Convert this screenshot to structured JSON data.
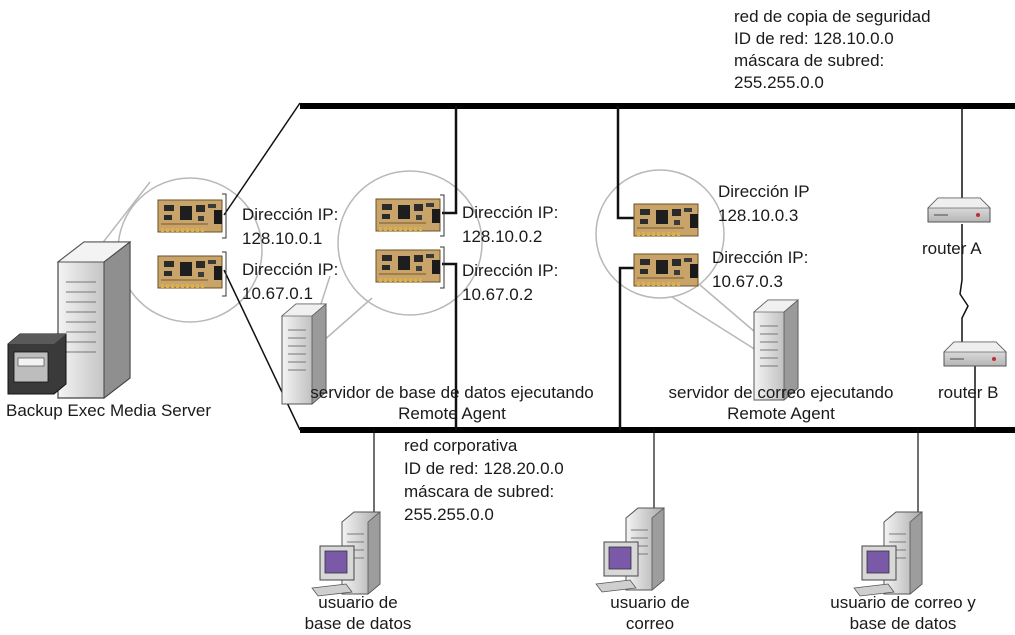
{
  "backup_network": {
    "name": "red de copia de seguridad",
    "network_id": "ID de red:  128.10.0.0",
    "subnet_label": "máscara de subred:",
    "subnet_value": "255.255.0.0"
  },
  "corporate_network": {
    "name": "red corporativa",
    "network_id": "ID de red: 128.20.0.0",
    "subnet_label": "máscara de subred:",
    "subnet_value": "255.255.0.0"
  },
  "media_server": {
    "name": "Backup Exec Media Server",
    "nic1": {
      "label": "Dirección IP:",
      "ip": "128.10.0.1"
    },
    "nic2": {
      "label": "Dirección IP:",
      "ip": "10.67.0.1"
    }
  },
  "db_server": {
    "line1": "servidor de base de datos ejecutando",
    "line2": "Remote Agent",
    "nic1": {
      "label": "Dirección IP:",
      "ip": "128.10.0.2"
    },
    "nic2": {
      "label": "Dirección IP:",
      "ip": "10.67.0.2"
    }
  },
  "mail_server": {
    "line1": "servidor de correo ejecutando",
    "line2": "Remote Agent",
    "nic1": {
      "label": "Dirección IP",
      "ip": "128.10.0.3"
    },
    "nic2": {
      "label": "Dirección IP:",
      "ip": "10.67.0.3"
    }
  },
  "routers": {
    "a": "router A",
    "b": "router B"
  },
  "clients": [
    {
      "line1": "usuario de",
      "line2": "base de datos"
    },
    {
      "line1": "usuario de",
      "line2": "correo"
    },
    {
      "line1": "usuario de correo y",
      "line2": "base de datos"
    }
  ],
  "colors": {
    "bus": "#000000",
    "link": "#111111",
    "circle": "#b8b8b8",
    "board": "#c9a46a",
    "tower": "#e4e4e4",
    "screen": "#7a5aa8"
  }
}
